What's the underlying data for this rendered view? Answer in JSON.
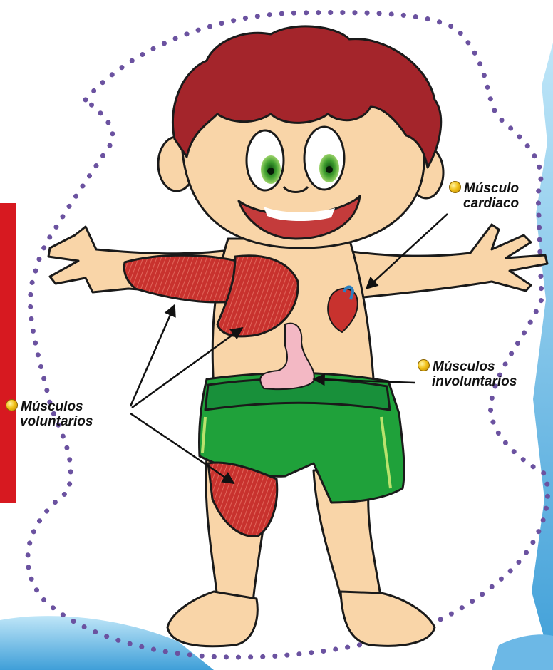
{
  "labels": {
    "cardiac": {
      "line1": "Músculo",
      "line2": "cardiaco"
    },
    "involuntary": {
      "line1": "Músculos",
      "line2": "involuntarios"
    },
    "voluntary": {
      "line1": "Músculos",
      "line2": "voluntarios"
    }
  },
  "colors": {
    "skin": "#f9d5a8",
    "hair": "#a4252b",
    "shorts": "#1fa13a",
    "muscle": "#c8322e",
    "stomach": "#f3b8c4",
    "dots": "#6b52a0",
    "bullet": "#f2c21a",
    "left_strip": "#d71920",
    "water": "#7ec8ec"
  },
  "icons": [
    "yellow-bullet-icon",
    "heart-icon",
    "stomach-icon"
  ]
}
